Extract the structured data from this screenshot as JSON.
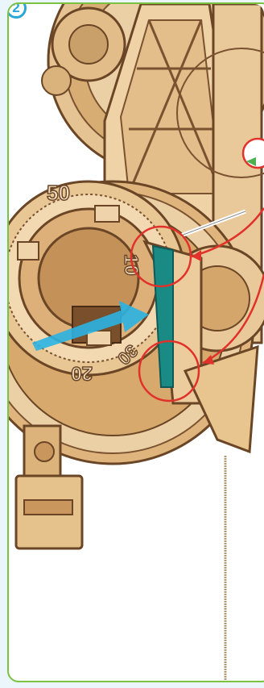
{
  "step": {
    "number": "2"
  },
  "dial": {
    "numbers": [
      "50",
      "10",
      "20",
      "30"
    ]
  },
  "colors": {
    "frame_border": "#7cc242",
    "badge": "#2aa7d9",
    "callout": "#e0322b",
    "arrow": "#2bb3e3",
    "part_highlight": "#1a8a85",
    "wood": "#e9c99a",
    "wood_dark": "#6b4626"
  },
  "icons": [
    "step-number-badge",
    "callout-circle",
    "direction-arrow",
    "insert-arrow"
  ]
}
